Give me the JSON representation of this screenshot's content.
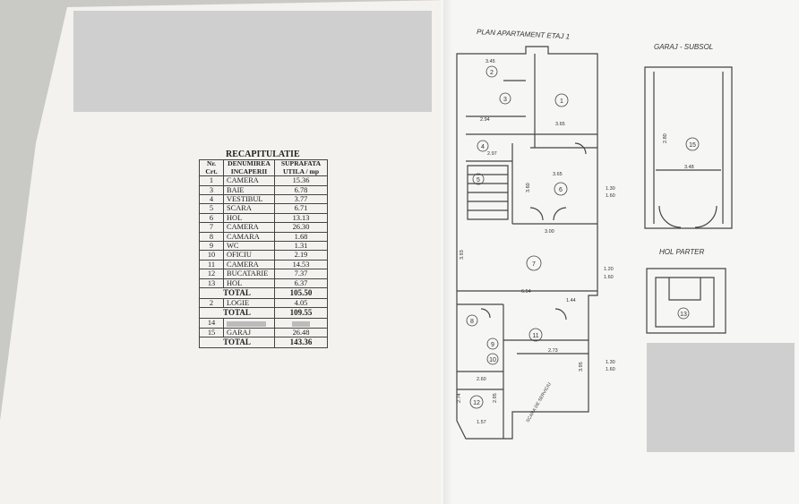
{
  "recap": {
    "title": "RECAPITULATIE",
    "headers": [
      "Nr. Crt.",
      "DENUMIREA INCAPERII",
      "SUPRAFATA UTILA / mp"
    ],
    "rows": [
      {
        "nr": "1",
        "name": "CAMERA",
        "area": "15.36"
      },
      {
        "nr": "3",
        "name": "BAIE",
        "area": "6.78"
      },
      {
        "nr": "4",
        "name": "VESTIBUL",
        "area": "3.77"
      },
      {
        "nr": "5",
        "name": "SCARA",
        "area": "6.71"
      },
      {
        "nr": "6",
        "name": "HOL",
        "area": "13.13"
      },
      {
        "nr": "7",
        "name": "CAMERA",
        "area": "26.30"
      },
      {
        "nr": "8",
        "name": "CAMARA",
        "area": "1.68"
      },
      {
        "nr": "9",
        "name": "WC",
        "area": "1.31"
      },
      {
        "nr": "10",
        "name": "OFICIU",
        "area": "2.19"
      },
      {
        "nr": "11",
        "name": "CAMERA",
        "area": "14.53"
      },
      {
        "nr": "12",
        "name": "BUCATARIE",
        "area": "7.37"
      },
      {
        "nr": "13",
        "name": "HOL",
        "area": "6.37"
      }
    ],
    "total1": {
      "label": "TOTAL",
      "area": "105.50"
    },
    "row_logie": {
      "nr": "2",
      "name": "LOGIE",
      "area": "4.05"
    },
    "total2": {
      "label": "TOTAL",
      "area": "109.55"
    },
    "row14": {
      "nr": "14",
      "name": "",
      "area": ""
    },
    "row15": {
      "nr": "15",
      "name": "GARAJ",
      "area": "26.48"
    },
    "total3": {
      "label": "TOTAL",
      "area": "143.36"
    }
  },
  "plan": {
    "title": "PLAN APARTAMENT ETAJ 1",
    "garage_title": "GARAJ - SUBSOL",
    "hol_title": "HOL PARTER",
    "stair_note": "SCARA DE SERVICIU",
    "room_numbers": [
      "1",
      "2",
      "3",
      "4",
      "5",
      "6",
      "7",
      "8",
      "9",
      "10",
      "11",
      "12",
      "13",
      "15"
    ],
    "dims": [
      "3.45",
      "2.94",
      "3.65",
      "2.97",
      "3.65",
      "3.60",
      "3.00",
      "6.54",
      "3.93",
      "1.44",
      "2.73",
      "3.95",
      "2.60",
      "2.95",
      "2.74",
      "1.57",
      "2.80",
      "3.48",
      "1.30",
      "1.60",
      "1.20",
      "1.60",
      "1.30",
      "1.60"
    ]
  },
  "colors": {
    "paper": "#f3f2ef",
    "background": "#c9c9c6",
    "ink": "#333333",
    "redaction": "#cfcfcf"
  }
}
